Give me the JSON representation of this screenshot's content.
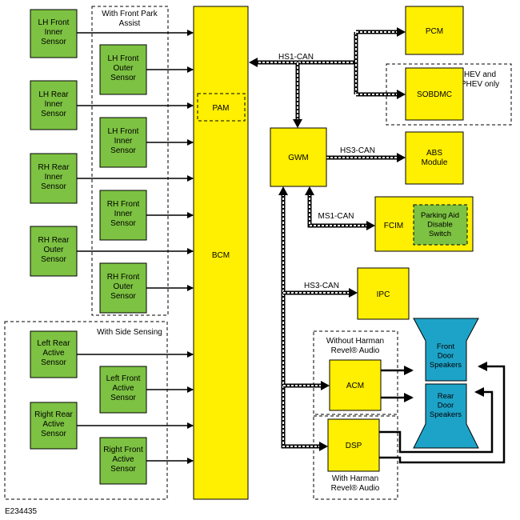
{
  "groups": {
    "front_park_assist": "With Front  Park\nAssist",
    "side_sensing": "With Side Sensing",
    "hev_phev": "HEV and\nPHEV only",
    "without_harman": "Without Harman\nRevel® Audio",
    "with_harman": "With Harman\nRevel® Audio"
  },
  "sensors": {
    "lh_front_inner": "LH Front\nInner\nSensor",
    "lh_front_outer": "LH Front\nOuter\nSensor",
    "lh_rear_inner": "LH Rear\nInner\nSensor",
    "lh_front_inner_2": "LH Front\nInner\nSensor",
    "rh_rear_inner": "RH Rear\nInner\nSensor",
    "rh_front_inner": "RH Front\nInner\nSensor",
    "rh_rear_outer": "RH Rear\nOuter\nSensor",
    "rh_front_outer": "RH Front\nOuter\nSensor",
    "left_rear_active": "Left Rear\nActive\nSensor",
    "left_front_active": "Left Front\nActive\nSensor",
    "right_rear_active": "Right Rear\nActive\nSensor",
    "right_front_active": "Right Front\nActive\nSensor"
  },
  "modules": {
    "bcm": "BCM",
    "pam": "PAM",
    "pcm": "PCM",
    "sobdmc": "SOBDMC",
    "gwm": "GWM",
    "abs": "ABS\nModule",
    "fcim": "FCIM",
    "parking_switch": "Parking Aid\nDisable\nSwitch",
    "ipc": "IPC",
    "acm": "ACM",
    "dsp": "DSP"
  },
  "speakers": {
    "front": "Front\nDoor\nSpeakers",
    "rear": "Rear\nDoor\nSpeakers"
  },
  "buses": {
    "hs1": "HS1-CAN",
    "hs3_abs": "HS3-CAN",
    "ms1": "MS1-CAN",
    "hs3_ipc": "HS3-CAN"
  },
  "footer": {
    "code": "E234435"
  }
}
